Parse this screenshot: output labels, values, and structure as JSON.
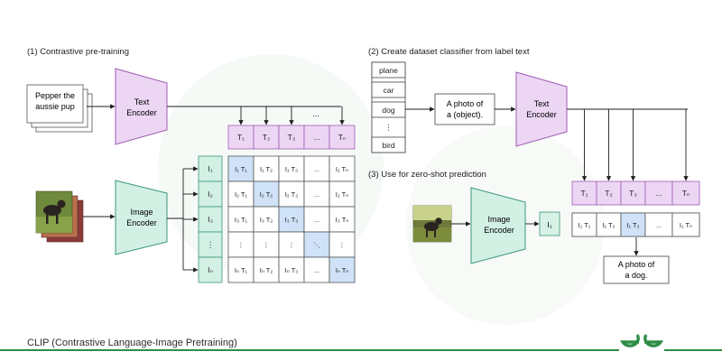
{
  "sections": {
    "contrastive": "(1) Contrastive pre-training",
    "classifier": "(2) Create dataset classifier from label text",
    "zeroshot": "(3) Use for zero-shot prediction"
  },
  "input_text": [
    "Pepper the",
    "aussie pup"
  ],
  "encoders": {
    "text_line1": "Text",
    "text_line2": "Encoder",
    "image_line1": "Image",
    "image_line2": "Encoder"
  },
  "text_tokens": [
    "T₁",
    "T₂",
    "T₃",
    "...",
    "Tₙ"
  ],
  "image_tokens": [
    "I₁",
    "I₂",
    "I₃",
    "⋮",
    "Iₙ"
  ],
  "matrix": [
    [
      "I₁ T₁",
      "I₁ T₂",
      "I₁ T₃",
      "...",
      "I₁ Tₙ"
    ],
    [
      "I₂ T₁",
      "I₂ T₂",
      "I₂ T₃",
      "...",
      "I₂ Tₙ"
    ],
    [
      "I₃ T₁",
      "I₃ T₂",
      "I₃ T₃",
      "...",
      "I₃ Tₙ"
    ],
    [
      "⋮",
      "⋮",
      "⋮",
      "⋱",
      "⋮"
    ],
    [
      "Iₙ T₁",
      "Iₙ T₂",
      "Iₙ T₃",
      "...",
      "Iₙ Tₙ"
    ]
  ],
  "top_dots": "...",
  "labels": [
    "plane",
    "car",
    "dog",
    "⋮",
    "bird"
  ],
  "template_text": [
    "A  photo of",
    "a  (object)."
  ],
  "zs_text_tokens": [
    "T₁",
    "T₂",
    "T₃",
    "...",
    "Tₙ"
  ],
  "zs_image_token": "I₁",
  "zs_products": [
    "I₁ T₁",
    "I₁ T₂",
    "I₁ T₃",
    "...",
    "I₁ Tₙ"
  ],
  "prediction": [
    "A photo of",
    "a dog."
  ],
  "footer": "CLIP (Contrastive Language-Image Pretraining)",
  "logo": "GfG",
  "colors": {
    "text_encoder_fill": "#ecd6f4",
    "text_encoder_stroke": "#a05ab4",
    "image_encoder_fill": "#d2f0e4",
    "image_encoder_stroke": "#3c9678",
    "highlight": "#cfe2f7",
    "brand_green": "#2f8d46"
  }
}
